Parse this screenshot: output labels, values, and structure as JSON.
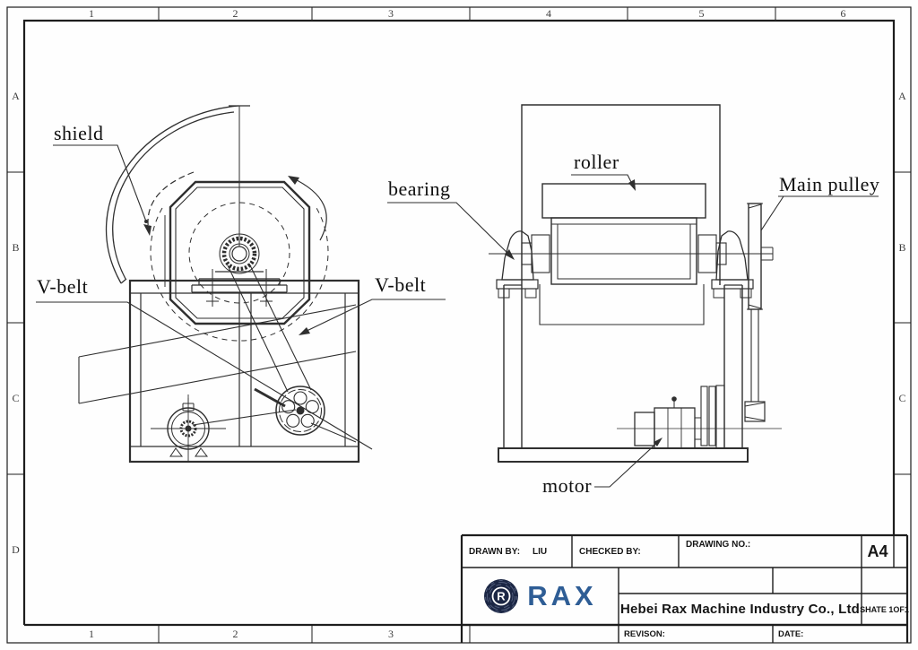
{
  "page": {
    "grid": {
      "top_columns": [
        "1",
        "2",
        "3",
        "4",
        "5",
        "6"
      ],
      "bottom_columns": [
        "1",
        "2",
        "3"
      ],
      "left_rows": [
        "A",
        "B",
        "C",
        "D"
      ],
      "right_rows": [
        "A",
        "B",
        "C"
      ]
    }
  },
  "labels": {
    "shield": "shield",
    "v_belt_left": "V-belt",
    "v_belt_right": "V-belt",
    "bearing": "bearing",
    "roller": "roller",
    "main_pulley": "Main pulley",
    "motor": "motor"
  },
  "title_block": {
    "drawn_by_label": "DRAWN BY:",
    "drawn_by_value": "LIU",
    "checked_by_label": "CHECKED BY:",
    "drawing_no_label": "DRAWING NO.:",
    "paper_size": "A4",
    "logo_mark_letter": "R",
    "logo_text": "RAX",
    "company_name": "Hebei Rax Machine Industry Co., Ltd",
    "sheet_label": "SHATE 1OF1",
    "revision_label": "REVISON:",
    "date_label": "DATE:"
  },
  "colors": {
    "line": "#2f2f2f",
    "border": "#1d1d1d",
    "logo_navy": "#1b2644",
    "logo_blue": "#2e5d95"
  }
}
